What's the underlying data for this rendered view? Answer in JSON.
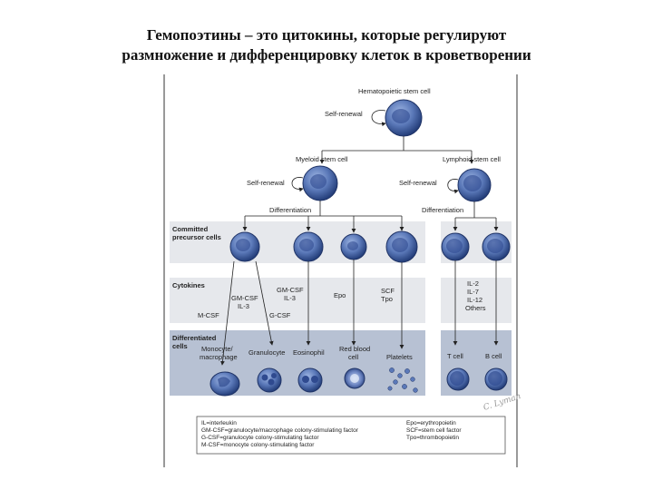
{
  "title": {
    "line1": "Гемопоэтины – это цитокины, которые регулируют",
    "line2": "размножение и дифференцировку клеток в кроветворении"
  },
  "diagram": {
    "top_cell": "Hematopoietic stem cell",
    "self_renewal_top": "Self-renewal",
    "myeloid": "Myeloid stem cell",
    "lymphoid": "Lymphoid stem cell",
    "self_renewal_left": "Self-renewal",
    "self_renewal_right": "Self-renewal",
    "differentiation_left": "Differentiation",
    "differentiation_right": "Differentiation",
    "band_precursor": [
      "Committed",
      "precursor cells"
    ],
    "band_cytokines": "Cytokines",
    "band_differentiated": [
      "Differentiated",
      "cells"
    ],
    "cytokines": {
      "gmcsf_il3": [
        "GM-CSF",
        "IL-3"
      ],
      "mcsf": "M-CSF",
      "gmcsf_il3_b": [
        "GM-CSF",
        "IL-3"
      ],
      "gcsf": "G-CSF",
      "epo": "Epo",
      "scf_tpo": [
        "SCF",
        "Tpo"
      ],
      "lymphoid": [
        "IL-2",
        "IL-7",
        "IL-12",
        "Others"
      ]
    },
    "cells": {
      "monocyte": [
        "Monocyte/",
        "macrophage"
      ],
      "granulocyte": "Granulocyte",
      "eosinophil": "Eosinophil",
      "rbc": [
        "Red blood",
        "cell"
      ],
      "platelets": "Platelets",
      "tcell": "T cell",
      "bcell": "B cell"
    },
    "signature": "C. Lyman",
    "legend": {
      "left": [
        "IL=interleukin",
        "GM-CSF=granulocyte/macrophage colony-stimulating factor",
        "G-CSF=granulocyte colony-stimulating factor",
        "M-CSF=monocyte colony-stimulating factor"
      ],
      "right": [
        "Epo=erythropoietin",
        "SCF=stem cell factor",
        "Tpo=thrombopoietin"
      ]
    }
  },
  "colors": {
    "band_light": "#e6e8ec",
    "band_dark": "#b7c1d3",
    "cell_fill": "#5a78b8",
    "cell_edge": "#1f3366",
    "nucleus": "#2f4a8f"
  }
}
